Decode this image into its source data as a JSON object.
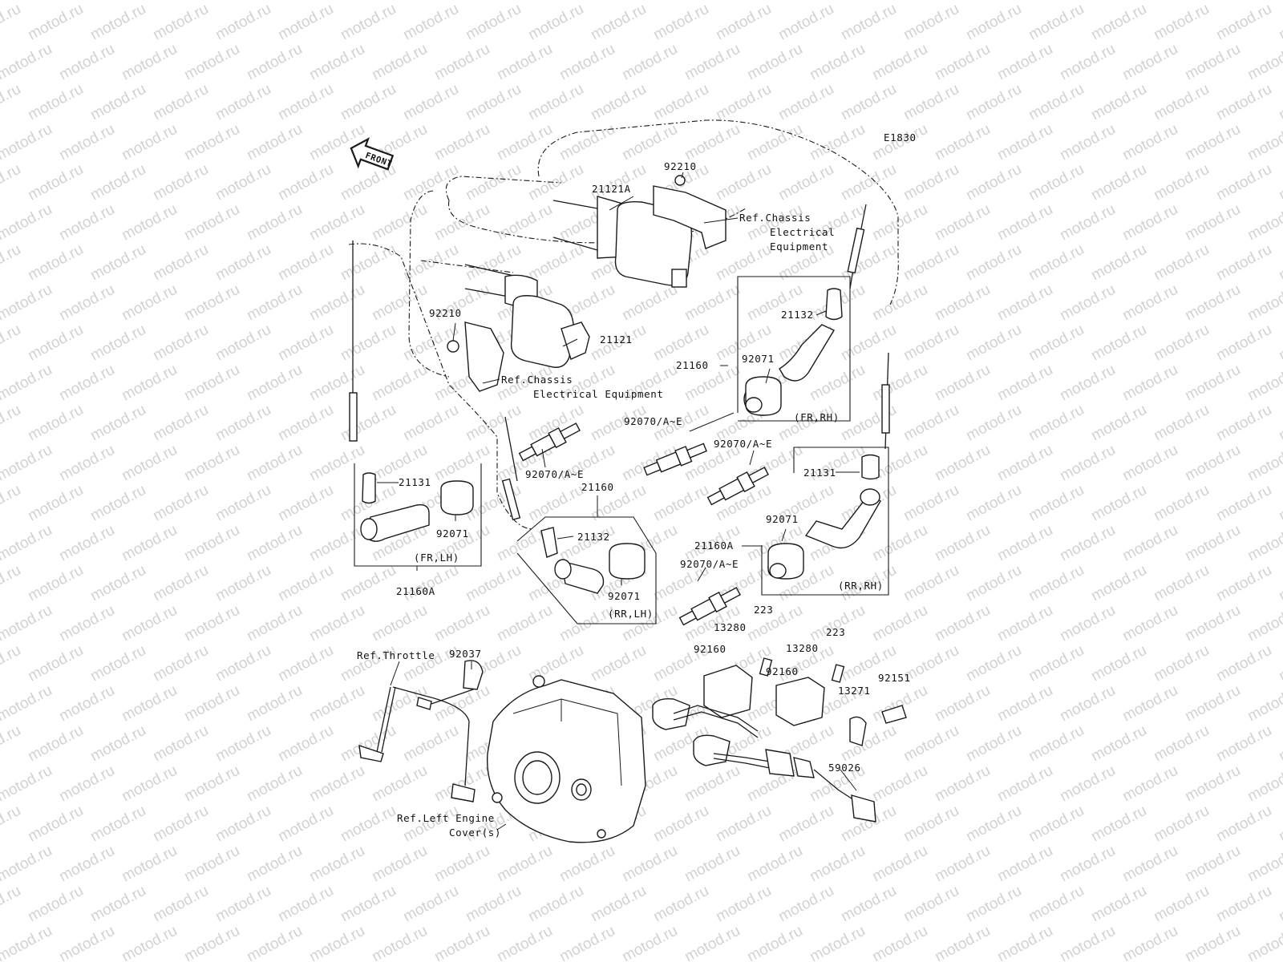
{
  "diagram_code": "E1830",
  "front_arrow_label": "FRONT",
  "watermark_text": "motod.ru",
  "colors": {
    "ink": "#1a1a1a",
    "watermark": "#d2d2d2",
    "background": "#ffffff"
  },
  "labels": {
    "p92210_top": "92210",
    "p21121A": "21121A",
    "ref_chassis_1_a": "Ref.Chassis",
    "ref_chassis_1_b": "Electrical",
    "ref_chassis_1_c": "Equipment",
    "p92210_left": "92210",
    "p21121": "21121",
    "ref_chassis_2_a": "Ref.Chassis",
    "ref_chassis_2_b": "Electrical Equipment",
    "p21132_fr": "21132",
    "p21160_fr": "21160",
    "p92071_fr": "92071",
    "fr_rh": "(FR,RH)",
    "p92070_a": "92070/A~E",
    "p92070_b": "92070/A~E",
    "p92070_c": "92070/A~E",
    "p92070_d": "92070/A~E",
    "p21131_left": "21131",
    "p92071_left": "92071",
    "fr_lh": "(FR,LH)",
    "p21160A_left": "21160A",
    "p21160_mid": "21160",
    "p21132_mid": "21132",
    "p92071_mid": "92071",
    "rr_lh": "(RR,LH)",
    "p21131_right": "21131",
    "p92071_right": "92071",
    "p21160A_right": "21160A",
    "rr_rh": "(RR,RH)",
    "p223_a": "223",
    "p223_b": "223",
    "p13280_a": "13280",
    "p13280_b": "13280",
    "p92160_a": "92160",
    "p92160_b": "92160",
    "p92037": "92037",
    "ref_throttle": "Ref.Throttle",
    "p92151": "92151",
    "p13271": "13271",
    "p59026": "59026",
    "ref_engine_a": "Ref.Left Engine",
    "ref_engine_b": "Cover(s)"
  }
}
